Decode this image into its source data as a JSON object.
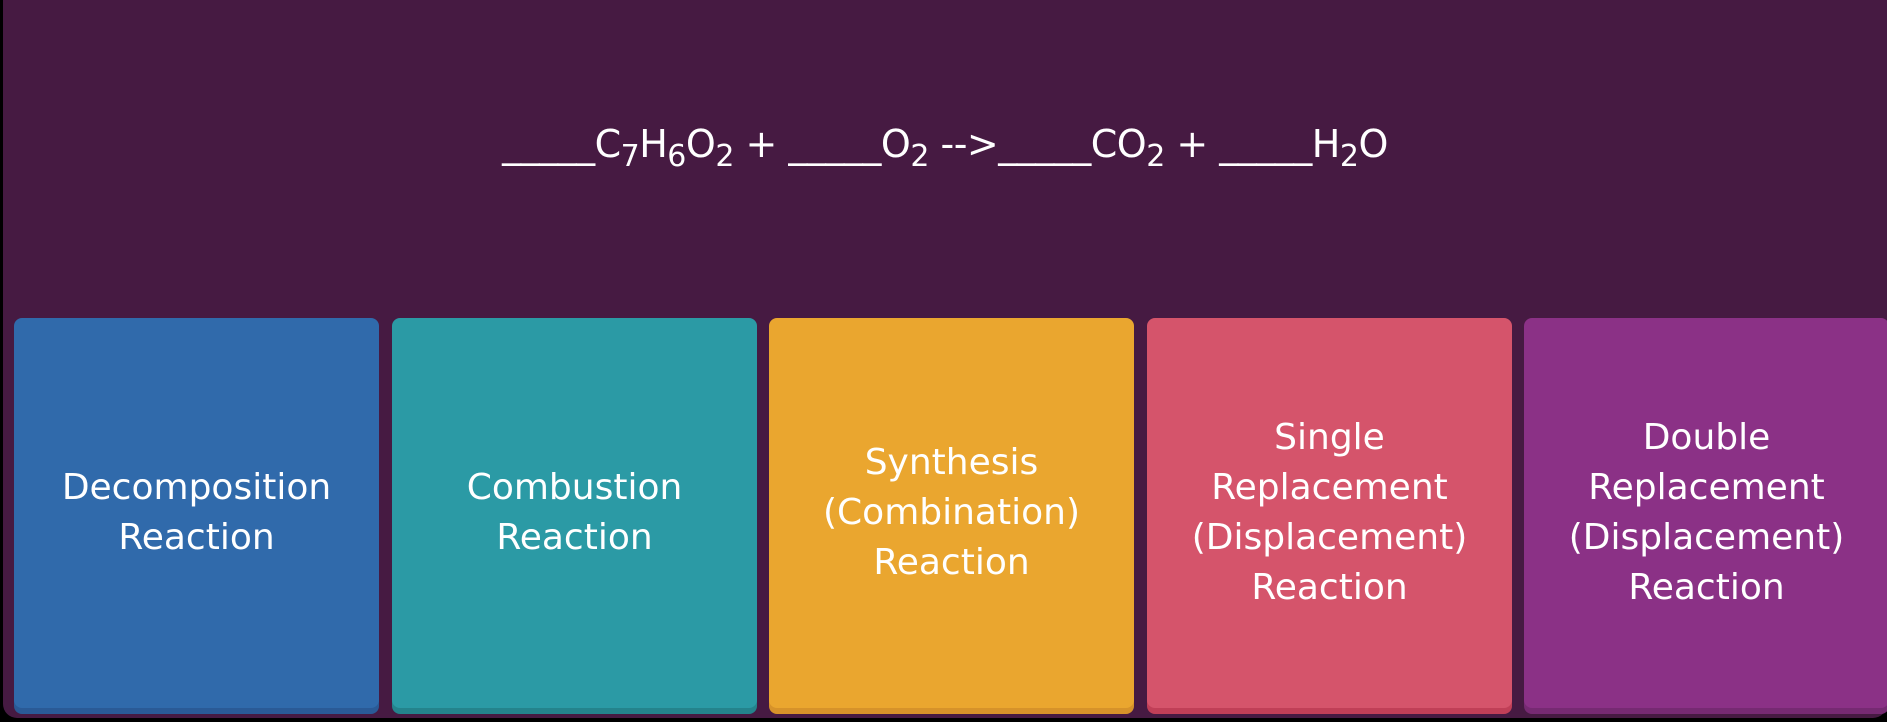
{
  "equation": [
    {
      "text": "_____C"
    },
    {
      "sub": "7"
    },
    {
      "text": "H"
    },
    {
      "sub": "6"
    },
    {
      "text": "O"
    },
    {
      "sub": "2"
    },
    {
      "text": " + _____O"
    },
    {
      "sub": "2"
    },
    {
      "text": " -->_____CO"
    },
    {
      "sub": "2"
    },
    {
      "text": " + _____H"
    },
    {
      "sub": "2"
    },
    {
      "text": "O"
    }
  ],
  "answers": [
    {
      "lines": [
        "Decomposition",
        "Reaction"
      ],
      "color": "#306aab",
      "shadow": "#2a5a96"
    },
    {
      "lines": [
        "Combustion",
        "Reaction"
      ],
      "color": "#2b9aa5",
      "shadow": "#24838c"
    },
    {
      "lines": [
        "Synthesis",
        "(Combination)",
        "Reaction"
      ],
      "color": "#eaa62f",
      "shadow": "#d6922a"
    },
    {
      "lines": [
        "Single",
        "Replacement",
        "(Displacement)",
        "Reaction"
      ],
      "color": "#d5546b",
      "shadow": "#c03f57"
    },
    {
      "lines": [
        "Double",
        "Replacement",
        "(Displacement)",
        "Reaction"
      ],
      "color": "#8b3186",
      "shadow": "#762a72"
    }
  ]
}
